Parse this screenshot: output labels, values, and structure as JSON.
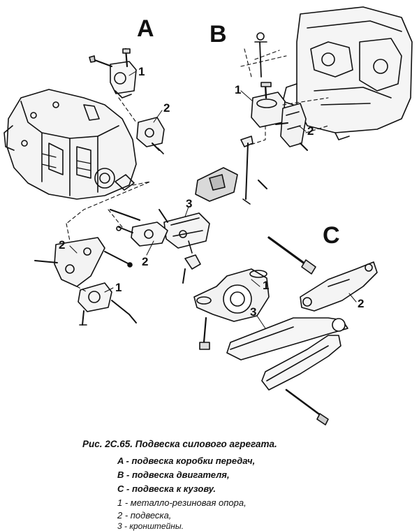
{
  "figure": {
    "letters": {
      "a": "A",
      "b": "B",
      "c": "C"
    },
    "callouts": {
      "a1": "1",
      "a2": "2",
      "b1": "1",
      "b2": "2",
      "mid3": "3",
      "mid2": "2",
      "low2": "2",
      "low1": "1",
      "c1": "1",
      "c2": "2",
      "c3": "3"
    }
  },
  "caption": {
    "title": "Рис. 2C.65. Подвеска силового агрегата.",
    "lines": [
      "A - подвеска коробки передач,",
      "B - подвеска двигателя,",
      "C - подвеска к кузову.",
      "1 - металло-резиновая опора,",
      "2 - подвеска,",
      "3 - кронштейны."
    ]
  }
}
